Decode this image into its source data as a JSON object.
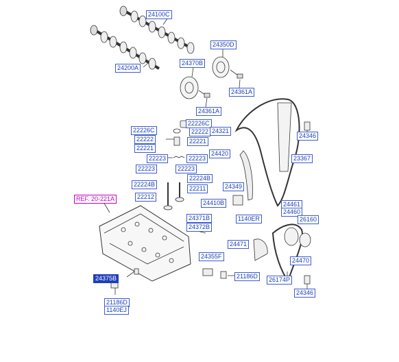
{
  "labels": {
    "l24100C": "24100C",
    "l24200A": "24200A",
    "l24350D": "24350D",
    "l24370B": "24370B",
    "l24361A_a": "24361A",
    "l24361A_b": "24361A",
    "l22226C_a": "22226C",
    "l22226C_b": "22226C",
    "l22222_a": "22222",
    "l22222_b": "22222",
    "l22221_a": "22221",
    "l22221_b": "22221",
    "l22223_a": "22223",
    "l22223_b": "22223",
    "l22223_c": "22223",
    "l22224B_a": "22224B",
    "l22224B_b": "22224B",
    "l22211": "22211",
    "l22212": "22212",
    "l24321": "24321",
    "l24346_a": "24346",
    "l24420": "24420",
    "l23367": "23367",
    "l24349": "24349",
    "l24410B": "24410B",
    "l1140ER": "1140ER",
    "lREF": "REF. 20-221A",
    "l24461": "24461",
    "l24460": "24460",
    "l26160": "26160",
    "l24371B": "24371B",
    "l24372B": "24372B",
    "l24471": "24471",
    "l24470": "24470",
    "l24355F": "24355F",
    "l21186D_a": "21186D",
    "l26174P": "26174P",
    "l24375B": "24375B",
    "l24346_b": "24346",
    "l21186D_b": "21186D",
    "l1140EJ": "1140EJ"
  },
  "colors": {
    "label_text": "#1b3fb5",
    "label_border": "#3a5bd0",
    "highlight_fill": "#1f3fb9",
    "ref_text": "#c000c0",
    "line": "#333333"
  }
}
